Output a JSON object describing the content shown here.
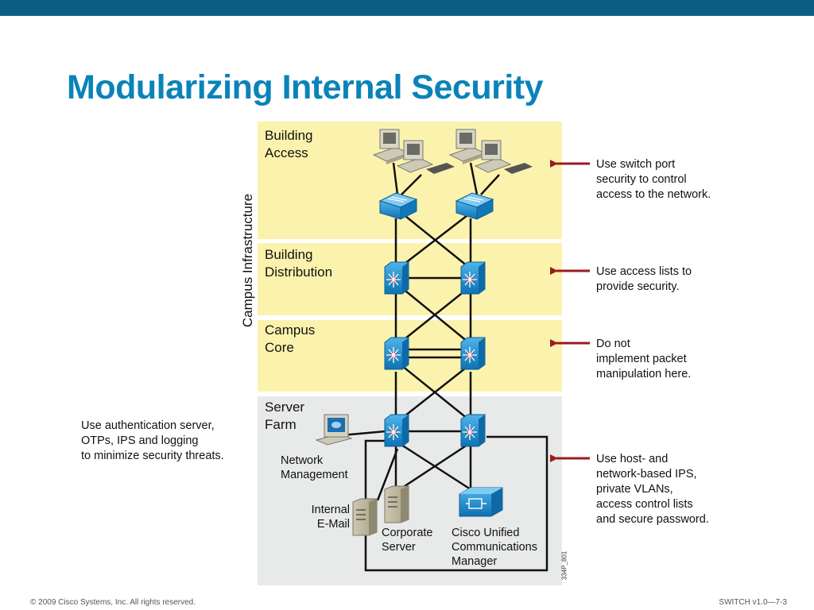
{
  "title": "Modularizing Internal Security",
  "side_label": "Campus Infrastructure",
  "bands": [
    {
      "label": "Building\nAccess"
    },
    {
      "label": "Building\nDistribution"
    },
    {
      "label": "Campus\nCore"
    },
    {
      "label": "Server\nFarm"
    }
  ],
  "notes": [
    {
      "text": "Use switch port\nsecurity to control\naccess to the network."
    },
    {
      "text": "Use access lists to\nprovide security."
    },
    {
      "text": "Do not\nimplement packet\nmanipulation here."
    },
    {
      "text": "Use host- and\nnetwork-based IPS,\nprivate VLANs,\naccess control lists\nand secure password."
    },
    {
      "text": "Use authentication server,\nOTPs, IPS and logging\nto minimize security threats."
    }
  ],
  "devices": {
    "network_management": "Network\nManagement",
    "internal_email": "Internal\nE-Mail",
    "corporate_server": "Corporate\nServer",
    "cucm": "Cisco Unified\nCommunications\nManager"
  },
  "figure_code": "334P_801",
  "footer": {
    "copyright": "© 2009 Cisco Systems, Inc. All rights reserved.",
    "course": "SWITCH v1.0—7-3"
  },
  "colors": {
    "topbar": "#0c5d86",
    "title": "#0a83b9",
    "yellow_band": "#fbf3ad",
    "gray_band": "#e8e9e9",
    "arrow": "#9b1c1f",
    "switch_blue": "#1a8fd0"
  }
}
